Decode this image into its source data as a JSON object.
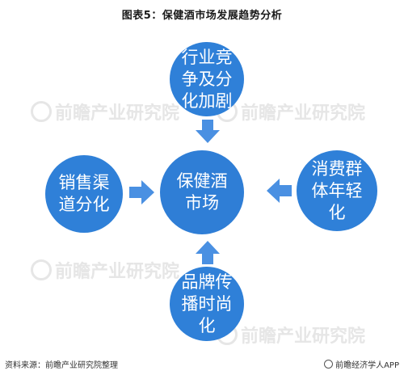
{
  "title": "图表5：保健酒市场发展趋势分析",
  "nodes": {
    "center": "保健酒市场",
    "top": "行业竞争及分化加剧",
    "right": "消费群体年轻化",
    "bottom": "品牌传播时尚化",
    "left": "销售渠道分化"
  },
  "watermark": "前瞻产业研究院",
  "footer": {
    "source": "资料来源：前瞻产业研究院整理",
    "brand": "前瞻经济学人APP"
  },
  "colors": {
    "node": "#2f80d8",
    "arrow": "#4a90e2"
  }
}
